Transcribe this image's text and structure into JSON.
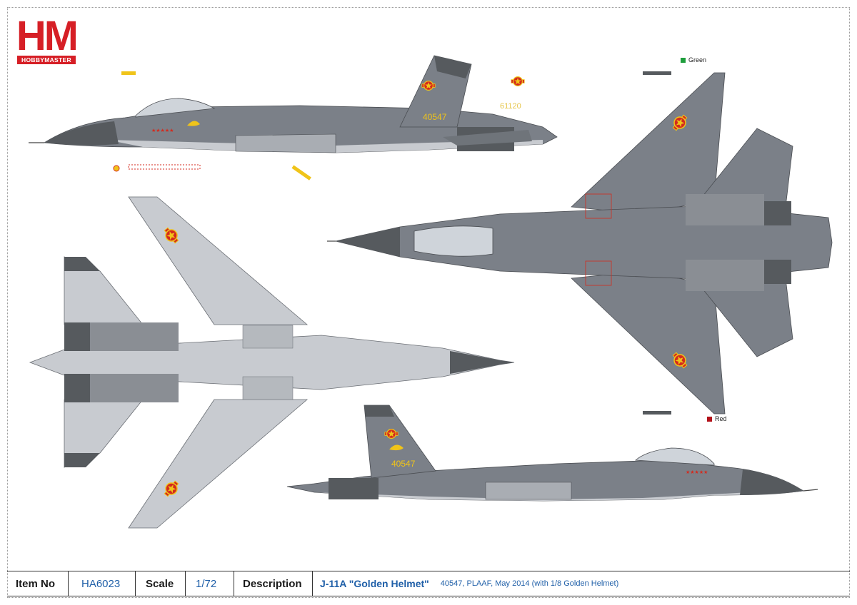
{
  "brand": {
    "logo_text": "HM",
    "logo_subtext": "HOBBYMASTER",
    "logo_color": "#d61f26"
  },
  "aircraft": {
    "tail_number": "40547",
    "alt_serial": "61120"
  },
  "legend": {
    "green_label": "Green",
    "green_color": "#1e9e3c",
    "red_label": "Red",
    "red_color": "#b3121a"
  },
  "colors": {
    "top_gray": "#7b8088",
    "dark_gray": "#565a5e",
    "light_gray": "#c8cbd0",
    "insignia_red": "#d42a1d",
    "insignia_yellow": "#f0c419"
  },
  "infobar": {
    "item_no_label": "Item No",
    "item_no_value": "HA6023",
    "scale_label": "Scale",
    "scale_value": "1/72",
    "description_label": "Description",
    "description_name": "J-11A \"Golden Helmet\"",
    "description_detail": "40547, PLAAF, May 2014 (with 1/8 Golden Helmet)"
  }
}
